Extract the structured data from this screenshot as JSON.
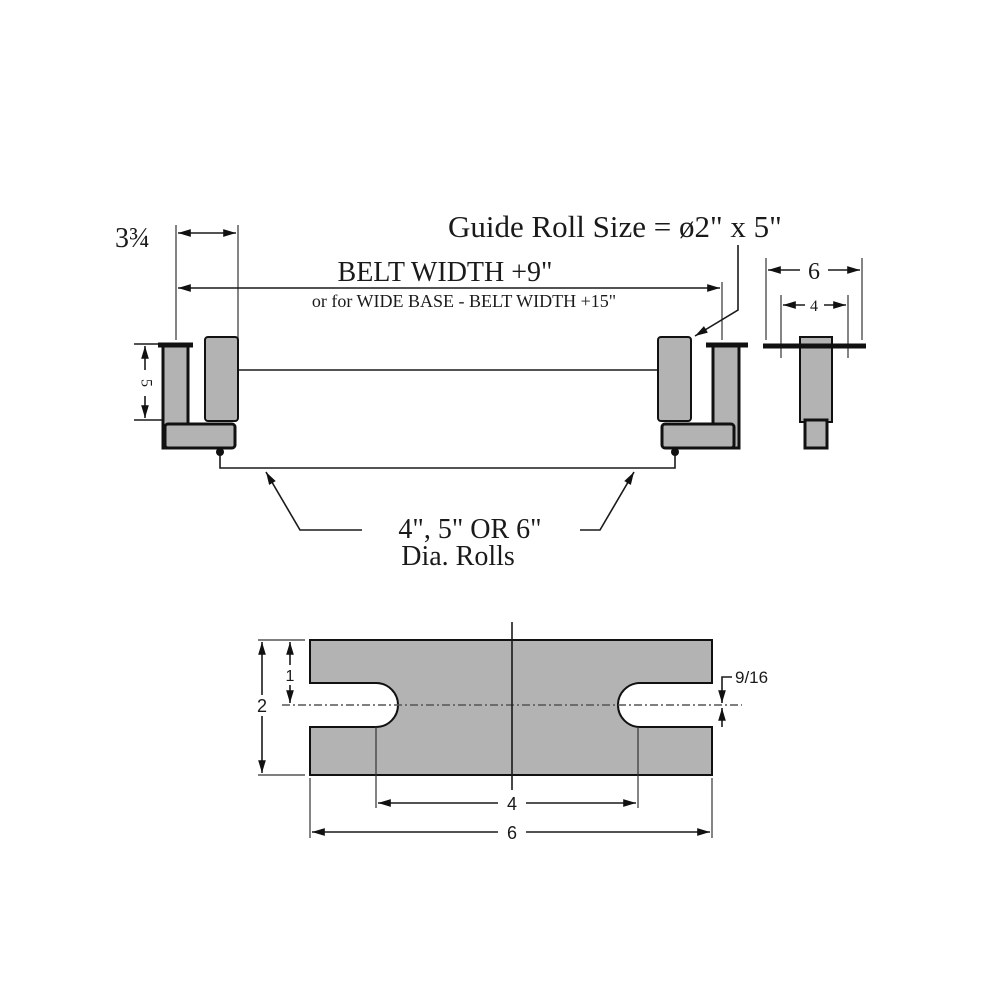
{
  "top_view": {
    "offset_label": "3¾",
    "belt_width_label": "BELT WIDTH +9\"",
    "wide_base_label": "or for WIDE BASE - BELT WIDTH +15\"",
    "guide_roll_label": "Guide Roll Size = ø2\" x 5\"",
    "height_label": "5",
    "rolls_label_line1": "4\", 5\" OR 6\"",
    "rolls_label_line2": "Dia. Rolls"
  },
  "side_view": {
    "outer_label": "6",
    "inner_label": "4"
  },
  "plate_view": {
    "height_label": "2",
    "half_height_label": "1",
    "slot_label": "9/16",
    "slot_spacing_label": "4",
    "width_label": "6"
  },
  "colors": {
    "part_fill": "#b3b3b3",
    "line": "#1a1a1a"
  }
}
